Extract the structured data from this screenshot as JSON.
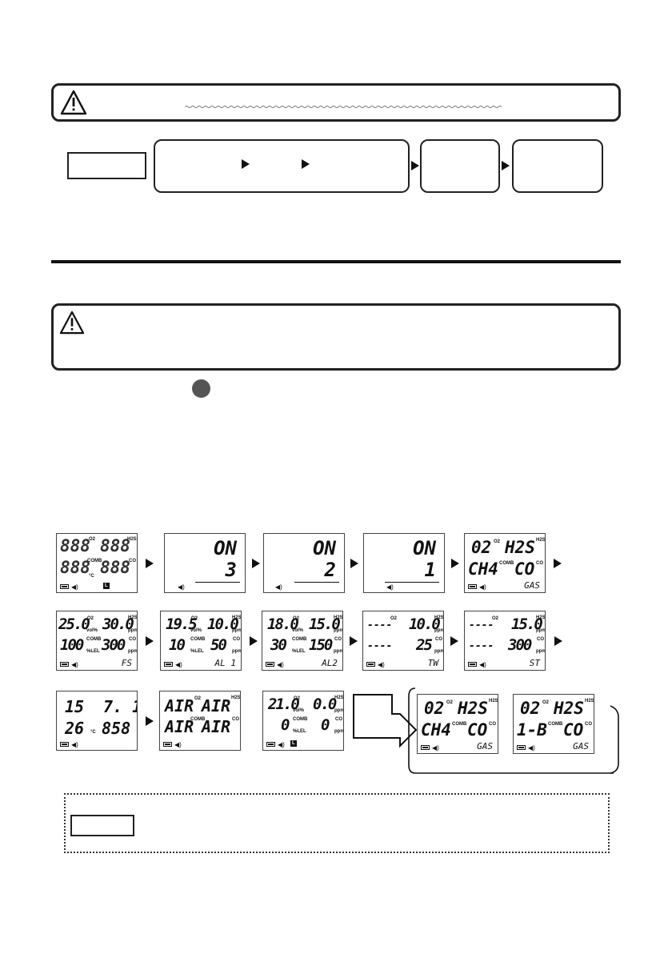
{
  "colors": {
    "ink": "#111111",
    "frame": "#222222",
    "paper": "#ffffff",
    "bullet": "#555555"
  },
  "icons": {
    "warning": "warning-triangle-icon",
    "step_arrow": "arrow-right-icon",
    "battery": "battery-icon",
    "speaker": "speaker-icon",
    "bullet": "round-bullet-icon"
  },
  "lcd_labels": {
    "o2": "O2",
    "h2s": "H2S",
    "comb": "COMB",
    "co": "CO",
    "vol": "vol%",
    "ppm": "ppm",
    "lel": "%LEL",
    "celsius": "°C",
    "l_badge": "L"
  },
  "displays": {
    "d2": {
      "value": "ON",
      "count": "3"
    },
    "d3": {
      "value": "ON",
      "count": "2"
    },
    "d4": {
      "value": "ON",
      "count": "1"
    },
    "d5": {
      "o2": "02",
      "h2s": "H2S",
      "comb": "CH4",
      "co": "CO",
      "mode": "GAS"
    },
    "d6": {
      "o2": "25.0",
      "h2s": "30.0",
      "comb": "100",
      "co": "300",
      "mode": "FS"
    },
    "d7": {
      "o2": "19.5",
      "h2s": "10.0",
      "comb": "10",
      "co": "50",
      "mode": "AL 1"
    },
    "d8": {
      "o2": "18.0",
      "h2s": "15.0",
      "comb": "30",
      "co": "150",
      "mode": "AL2"
    },
    "d9": {
      "o2": "----",
      "h2s": "10.0",
      "comb": "----",
      "co": "25",
      "mode": "TW"
    },
    "d10": {
      "o2": "----",
      "h2s": "15.0",
      "comb": "----",
      "co": "300",
      "mode": "ST"
    },
    "d11": {
      "tl": "15",
      "tr": "7. 1",
      "bl": "26",
      "br": "858"
    },
    "d12": {
      "o2": "AIR",
      "h2s": "AIR",
      "comb": "AIR",
      "co": "AIR"
    },
    "d13": {
      "o2": "21.0",
      "h2s": "0.0",
      "comb": "0",
      "co": "0"
    },
    "d14": {
      "o2": "02",
      "h2s": "H2S",
      "comb": "CH4",
      "co": "CO",
      "mode": "GAS"
    },
    "d15": {
      "o2": "02",
      "h2s": "H2S",
      "comb": "1-B",
      "co": "CO",
      "mode": "GAS"
    }
  }
}
